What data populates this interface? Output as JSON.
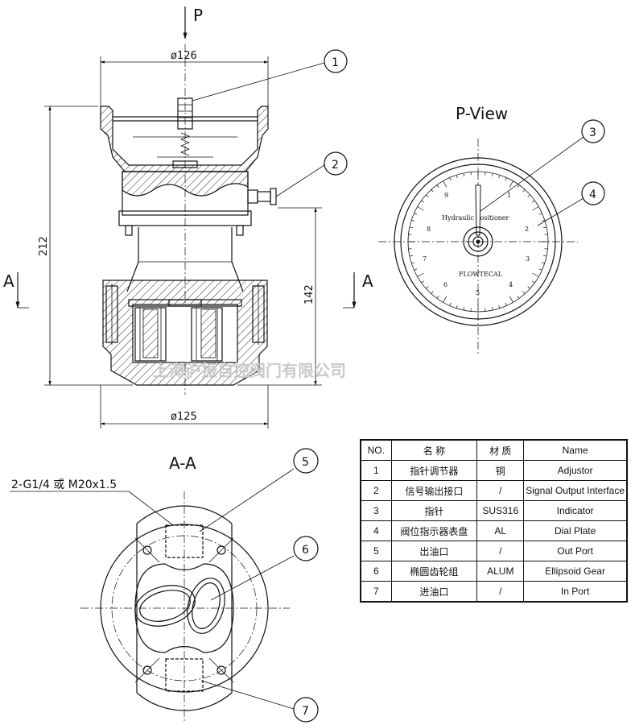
{
  "labels": {
    "top_arrow": "P",
    "section_left": "A",
    "section_right": "A",
    "pview_title": "P-View",
    "aa_title": "A-A",
    "port_note": "2-G1/4 或 M20x1.5"
  },
  "dimensions": {
    "top_dia": "ø126",
    "bottom_dia": "ø125",
    "height_total": "212",
    "height_lower": "142"
  },
  "callouts": [
    "1",
    "2",
    "3",
    "4",
    "5",
    "6",
    "7"
  ],
  "dial": {
    "brand_line": "Hydraulic Positioner",
    "maker": "FLOWTECAL",
    "numbers": [
      "1",
      "2",
      "3",
      "4",
      "5",
      "6",
      "7",
      "8",
      "9"
    ]
  },
  "watermark": "上海沪振自控阀门有限公司",
  "parts_table": {
    "headers": [
      "NO.",
      "名 称",
      "材 质",
      "Name"
    ],
    "rows": [
      {
        "no": "1",
        "cn": "指针调节器",
        "mat": "铜",
        "en": "Adjustor"
      },
      {
        "no": "2",
        "cn": "信号输出接口",
        "mat": "/",
        "en": "Signal Output Interface"
      },
      {
        "no": "3",
        "cn": "指针",
        "mat": "SUS316",
        "en": "Indicator"
      },
      {
        "no": "4",
        "cn": "阀位指示器表盘",
        "mat": "AL",
        "en": "Dial Plate"
      },
      {
        "no": "5",
        "cn": "出油口",
        "mat": "/",
        "en": "Out Port"
      },
      {
        "no": "6",
        "cn": "椭圆齿轮组",
        "mat": "ALUM",
        "en": "Ellipsoid Gear"
      },
      {
        "no": "7",
        "cn": "进油口",
        "mat": "/",
        "en": "In Port"
      }
    ]
  }
}
